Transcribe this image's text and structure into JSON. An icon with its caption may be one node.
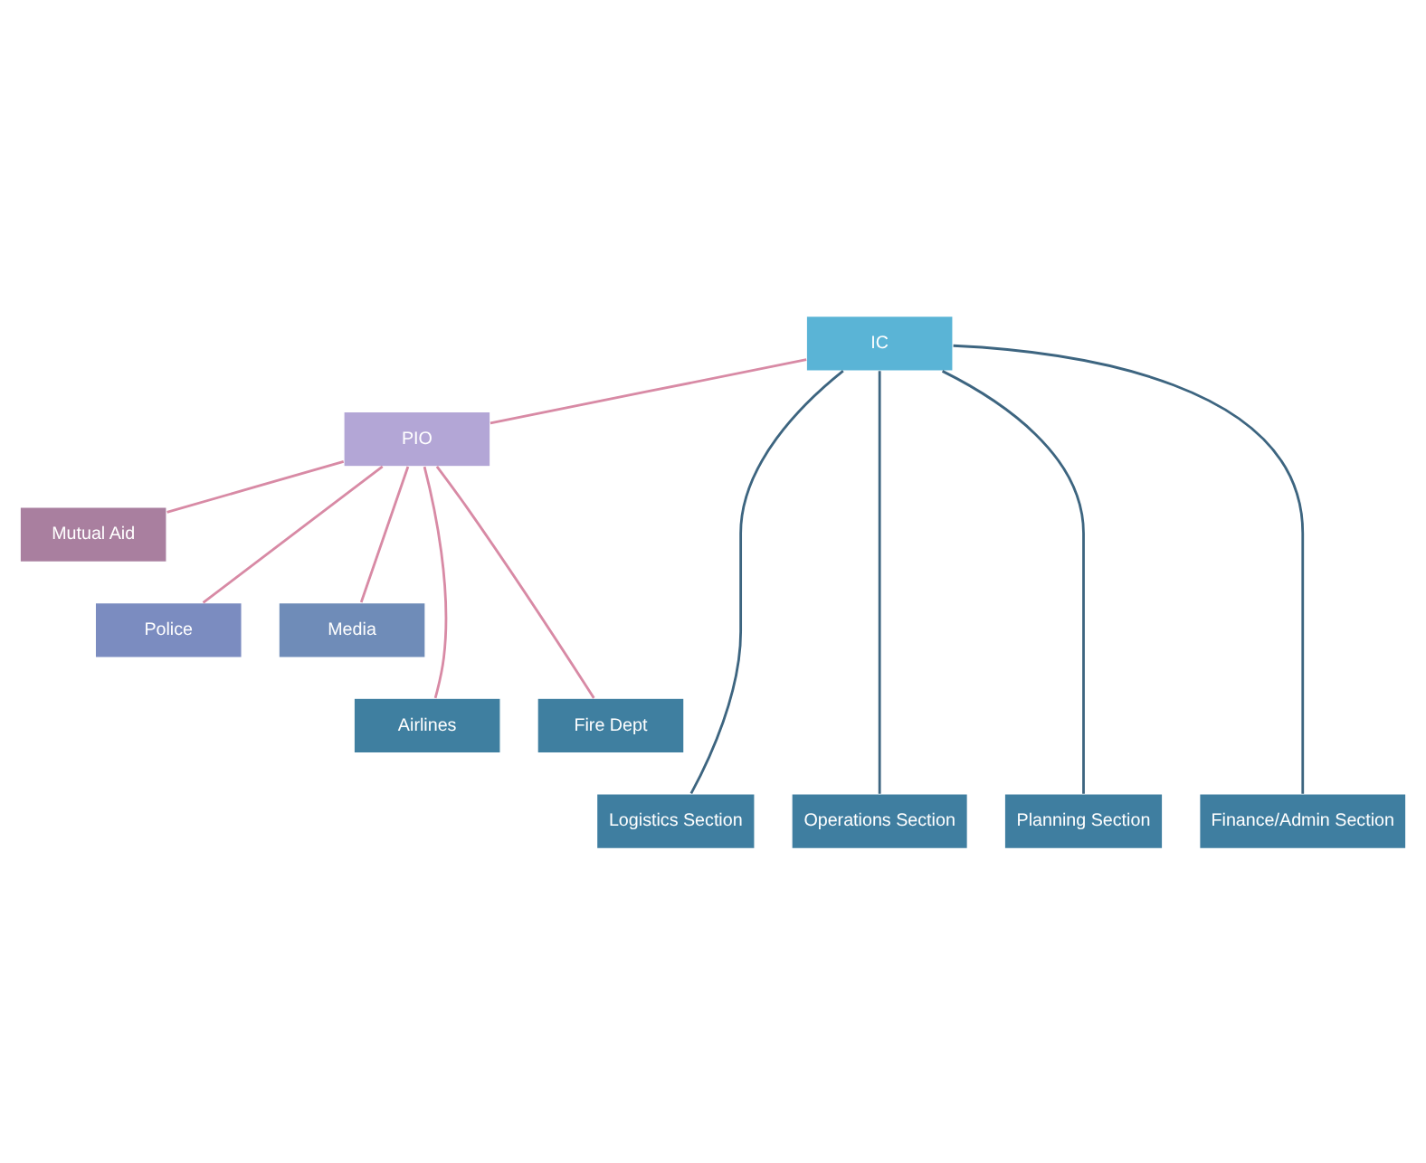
{
  "diagram": {
    "nodes": [
      {
        "text": [
          "IC"
        ]
      },
      {
        "text": [
          "PIO"
        ]
      },
      {
        "text": [
          "Mutual Aid"
        ]
      },
      {
        "text": [
          "Police"
        ]
      },
      {
        "text": [
          "Media"
        ]
      },
      {
        "text": [
          "Airlines"
        ]
      },
      {
        "text": [
          "Fire Dept"
        ]
      },
      {
        "text": [
          "Logistics Section"
        ]
      },
      {
        "text": [
          "Operations Section"
        ]
      },
      {
        "text": [
          "Planning Section"
        ]
      },
      {
        "text": [
          "Finance/Admin Section"
        ]
      }
    ],
    "edges": [
      {
        "from": 0,
        "to": 1,
        "arrow": "none"
      },
      {
        "from": 1,
        "to": 2,
        "arrow": "none"
      },
      {
        "from": 1,
        "to": 3,
        "arrow": "none"
      },
      {
        "from": 1,
        "to": 4,
        "arrow": "none"
      },
      {
        "from": 1,
        "to": 5,
        "arrow": "none"
      },
      {
        "from": 1,
        "to": 6,
        "arrow": "none"
      },
      {
        "from": 0,
        "to": 7,
        "arrow": "none",
        "color": "#3d6580"
      },
      {
        "from": 0,
        "to": 8,
        "arrow": "none",
        "color": "#3d6580"
      },
      {
        "from": 0,
        "to": 9,
        "arrow": "none",
        "color": "#3d6580"
      },
      {
        "from": 0,
        "to": 10,
        "arrow": "none",
        "color": "#3d6580"
      }
    ]
  }
}
